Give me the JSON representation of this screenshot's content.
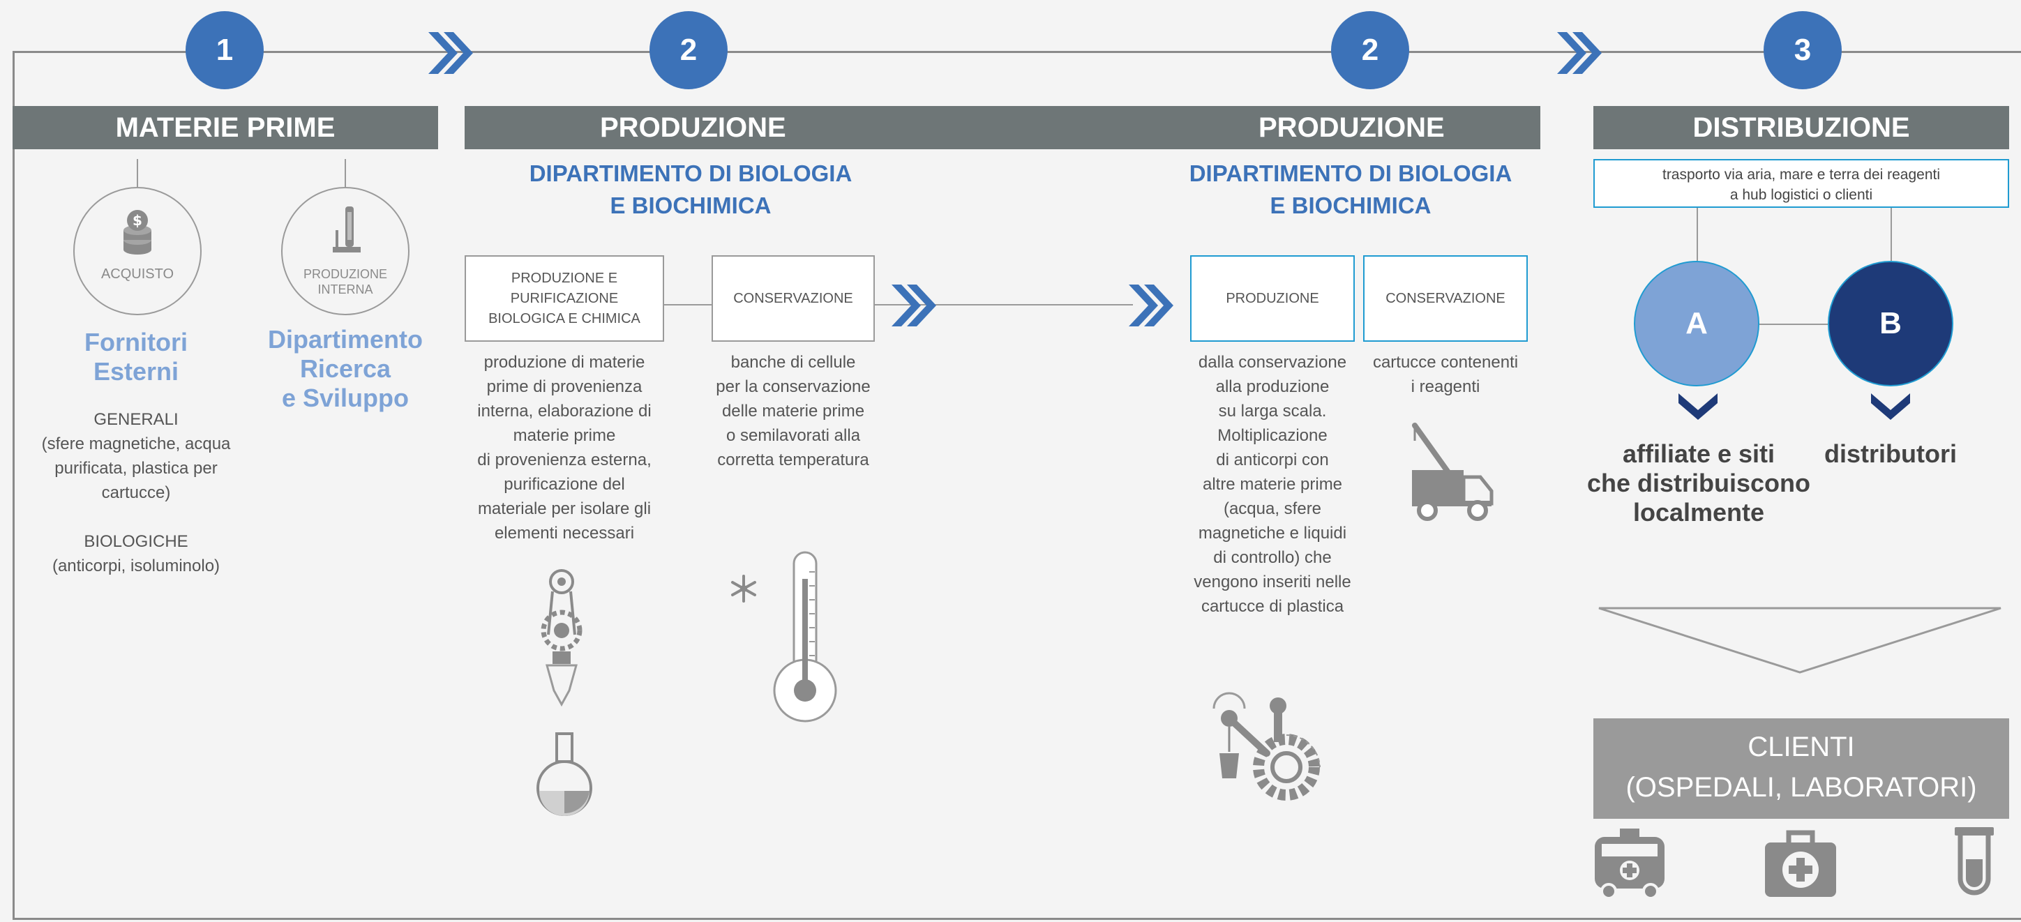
{
  "colors": {
    "accent": "#3c72b8",
    "bar": "#6e7677",
    "light_blue": "#7ea3d6",
    "dark_blue": "#1e3a78",
    "cyan": "#1f9bd1"
  },
  "steps": {
    "s1": "1",
    "s2a": "2",
    "s2b": "2",
    "s3": "3"
  },
  "bars": {
    "materie": "MATERIE PRIME",
    "produzione1": "PRODUZIONE",
    "produzione2": "PRODUZIONE",
    "distribuzione": "DISTRIBUZIONE"
  },
  "materie": {
    "acquisto_label": "ACQUISTO",
    "produzione_interna_line1": "PRODUZIONE",
    "produzione_interna_line2": "INTERNA",
    "fornitori_line1": "Fornitori",
    "fornitori_line2": "Esterni",
    "dip_line1": "Dipartimento",
    "dip_line2": "Ricerca",
    "dip_line3": "e Sviluppo",
    "desc": [
      "GENERALI",
      "(sfere magnetiche, acqua",
      "purificata, plastica per",
      "cartucce)",
      "",
      "BIOLOGICHE",
      "(anticorpi, isoluminolo)"
    ]
  },
  "produzione1": {
    "dept_line1": "DIPARTIMENTO DI BIOLOGIA",
    "dept_line2": "E BIOCHIMICA",
    "box1": [
      "PRODUZIONE E",
      "PURIFICAZIONE",
      "BIOLOGICA E CHIMICA"
    ],
    "box2": "CONSERVAZIONE",
    "desc1": [
      "produzione di materie",
      "prime di provenienza",
      "interna, elaborazione di",
      "materie prime",
      "di provenienza esterna,",
      "purificazione del",
      "materiale per isolare gli",
      "elementi necessari"
    ],
    "desc2": [
      "banche di cellule",
      "per la conservazione",
      "delle materie prime",
      "o semilavorati alla",
      "corretta temperatura"
    ]
  },
  "produzione2": {
    "dept_line1": "DIPARTIMENTO DI BIOLOGIA",
    "dept_line2": "E BIOCHIMICA",
    "box1": "PRODUZIONE",
    "box2": "CONSERVAZIONE",
    "desc1": [
      "dalla conservazione",
      "alla produzione",
      "su larga scala.",
      "Moltiplicazione",
      "di anticorpi con",
      "altre materie prime",
      "(acqua, sfere",
      "magnetiche e liquidi",
      "di controllo) che",
      "vengono inseriti nelle",
      "cartucce di plastica"
    ],
    "desc2": [
      "cartucce contenenti",
      "i reagenti"
    ]
  },
  "distribuzione": {
    "info_line1": "trasporto via aria, mare e terra dei reagenti",
    "info_line2": "a hub logistici o clienti",
    "a_label": "A",
    "b_label": "B",
    "a_text": [
      "affiliate e siti",
      "che distribuiscono",
      "localmente"
    ],
    "b_text": "distributori",
    "clienti_line1": "CLIENTI",
    "clienti_line2": "(OSPEDALI, LABORATORI)"
  }
}
